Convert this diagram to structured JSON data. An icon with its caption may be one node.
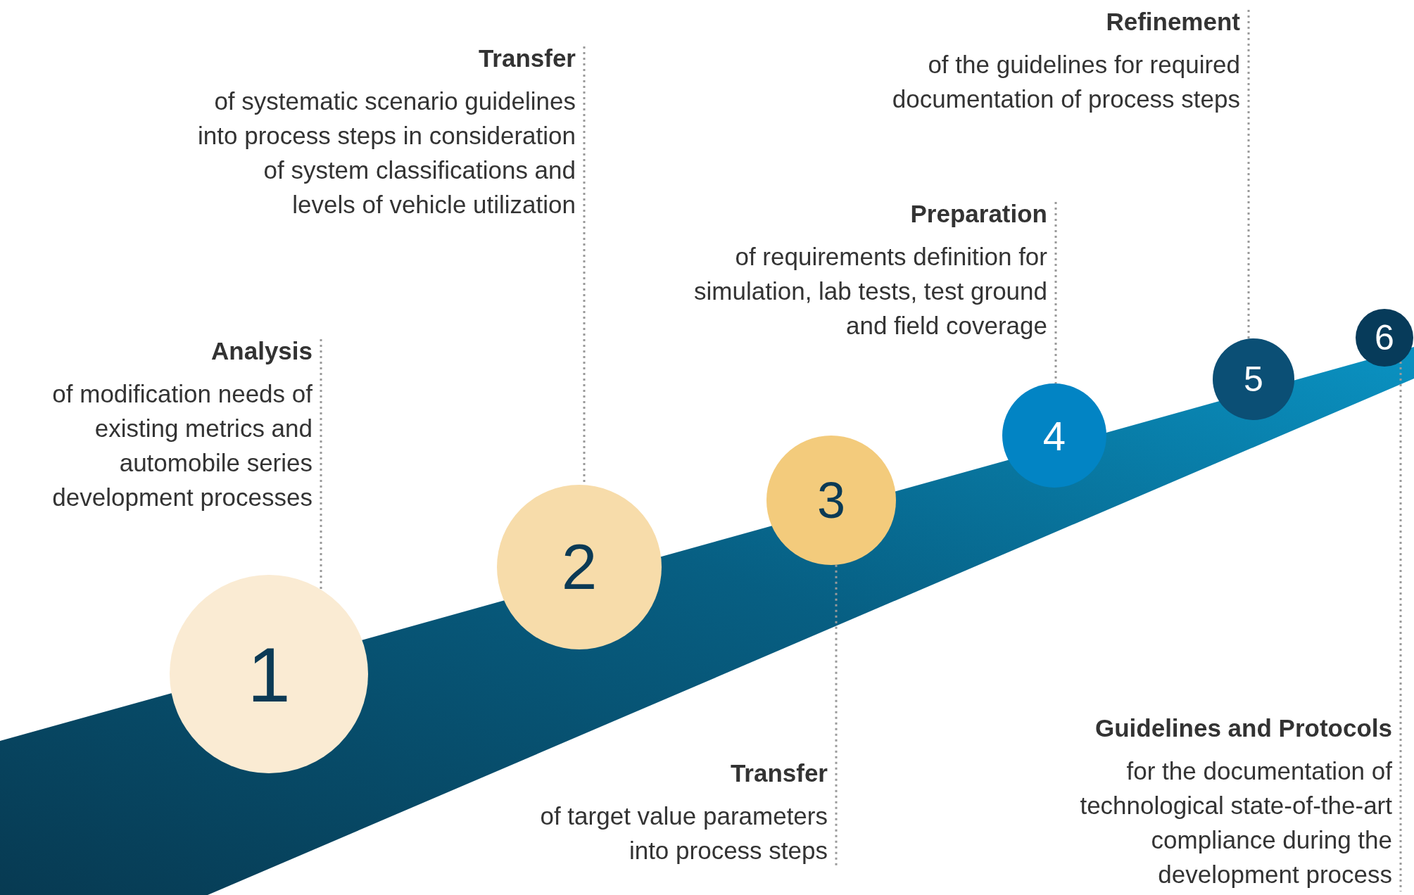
{
  "diagram": {
    "nodes": [
      {
        "text": [
          "1"
        ]
      },
      {
        "text": [
          "2"
        ]
      },
      {
        "text": [
          "3"
        ]
      },
      {
        "text": [
          "4"
        ]
      },
      {
        "text": [
          "5"
        ]
      },
      {
        "text": [
          "6"
        ]
      },
      {
        "text": [
          "Analysis",
          "of modification needs of existing metrics and automobile series development processes"
        ]
      },
      {
        "text": [
          "Transfer",
          "of systematic scenario guidelines into process steps in consideration of system classifications and levels of vehicle utilization"
        ]
      },
      {
        "text": [
          "Preparation",
          "of requirements definition for simulation, lab tests, test ground and field coverage"
        ]
      },
      {
        "text": [
          "Refinement",
          "of the guidelines for required documentation of process steps"
        ]
      },
      {
        "text": [
          "Transfer",
          "of target value parameters into process steps"
        ]
      },
      {
        "text": [
          "Guidelines and Protocols",
          "for the documentation of technological state-of-the-art compliance during the development process"
        ]
      }
    ],
    "edges": [
      {
        "from": 6,
        "to": 0,
        "arrow": "none",
        "style": "dashed"
      },
      {
        "from": 7,
        "to": 1,
        "arrow": "none",
        "style": "dashed"
      },
      {
        "from": 8,
        "to": 3,
        "arrow": "none",
        "style": "dashed"
      },
      {
        "from": 9,
        "to": 4,
        "arrow": "none",
        "style": "dashed"
      },
      {
        "from": 10,
        "to": 2,
        "arrow": "none",
        "style": "dashed"
      },
      {
        "from": 11,
        "to": 5,
        "arrow": "none",
        "style": "dashed"
      }
    ]
  }
}
